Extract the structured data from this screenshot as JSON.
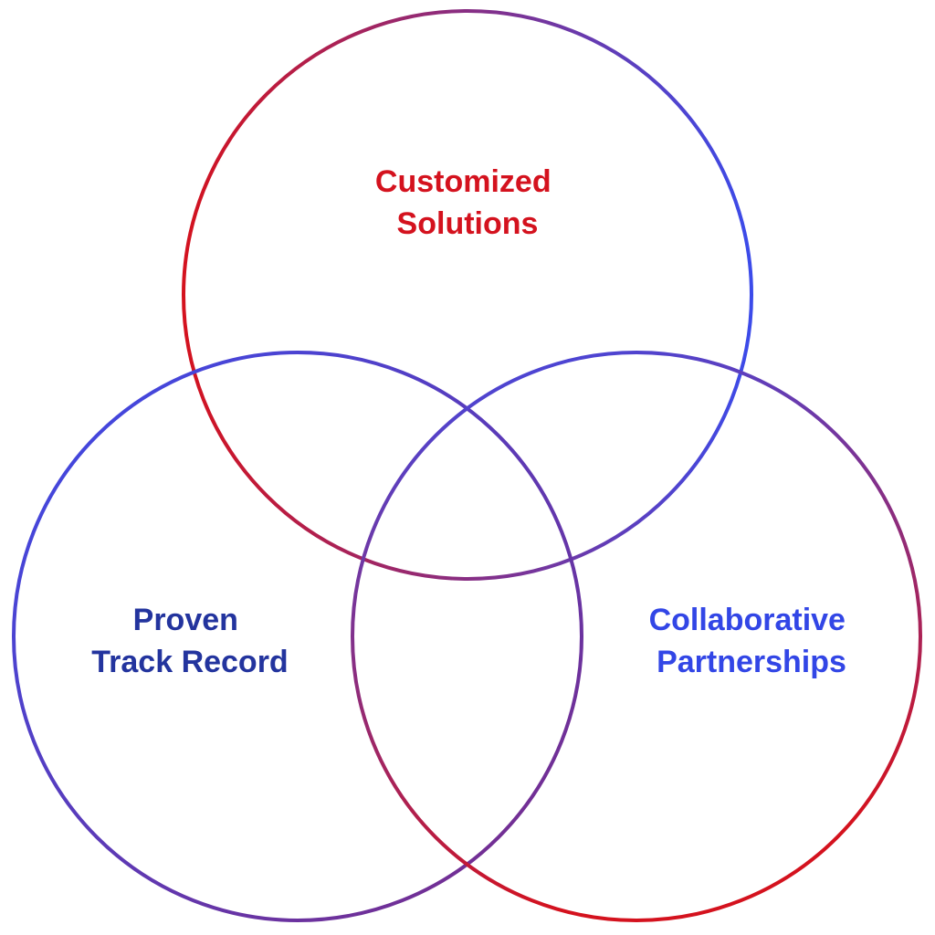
{
  "diagram": {
    "type": "venn",
    "circles": [
      {
        "id": "top",
        "label_lines": [
          "Customized",
          "Solutions"
        ],
        "label_color": "#D4121E",
        "stroke_from": "#D4121E",
        "stroke_to": "#3B4BEA"
      },
      {
        "id": "left",
        "label_lines": [
          "Proven",
          "Track Record"
        ],
        "label_color": "#23349E",
        "stroke_from": "#3B4BEA",
        "stroke_to": "#7B2A86"
      },
      {
        "id": "right",
        "label_lines": [
          "Collaborative",
          "Partnerships"
        ],
        "label_color": "#3246E6",
        "stroke_from": "#3B4BEA",
        "stroke_to": "#D4121E"
      }
    ]
  }
}
